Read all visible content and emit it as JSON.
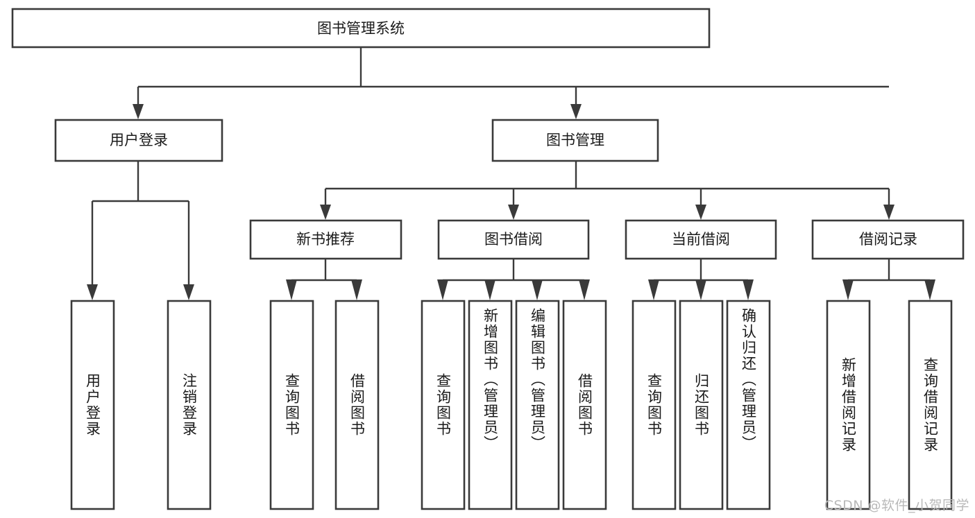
{
  "diagram": {
    "title": "图书管理系统",
    "type": "tree-hierarchy",
    "watermark": "CSDN @软件_小贺同学",
    "colors": {
      "stroke": "#3a3a3a",
      "fill": "#ffffff",
      "text": "#1a1a1a",
      "watermark": "#b9b9b9"
    },
    "root": {
      "label": "图书管理系统"
    },
    "level2": [
      {
        "id": "user-login",
        "label": "用户登录"
      },
      {
        "id": "book-manage",
        "label": "图书管理"
      }
    ],
    "level3": [
      {
        "id": "new-book-recommend",
        "label": "新书推荐"
      },
      {
        "id": "book-borrow",
        "label": "图书借阅"
      },
      {
        "id": "current-borrow",
        "label": "当前借阅"
      },
      {
        "id": "borrow-record",
        "label": "借阅记录"
      }
    ],
    "leaves": {
      "user-login": [
        {
          "id": "leaf-user-login",
          "label": "用户登录"
        },
        {
          "id": "leaf-logout",
          "label": "注销登录"
        }
      ],
      "new-book-recommend": [
        {
          "id": "leaf-query-book-1",
          "label": "查询图书"
        },
        {
          "id": "leaf-borrow-book-1",
          "label": "借阅图书"
        }
      ],
      "book-borrow": [
        {
          "id": "leaf-query-book-2",
          "label": "查询图书"
        },
        {
          "id": "leaf-add-book",
          "label": "新增图书（管理员）"
        },
        {
          "id": "leaf-edit-book",
          "label": "编辑图书（管理员）"
        },
        {
          "id": "leaf-borrow-book-2",
          "label": "借阅图书"
        }
      ],
      "current-borrow": [
        {
          "id": "leaf-query-book-3",
          "label": "查询图书"
        },
        {
          "id": "leaf-return-book",
          "label": "归还图书"
        },
        {
          "id": "leaf-confirm-return",
          "label": "确认归还（管理员）"
        }
      ],
      "borrow-record": [
        {
          "id": "leaf-add-record",
          "label": "新增借阅记录"
        },
        {
          "id": "leaf-query-record",
          "label": "查询借阅记录"
        }
      ]
    }
  }
}
